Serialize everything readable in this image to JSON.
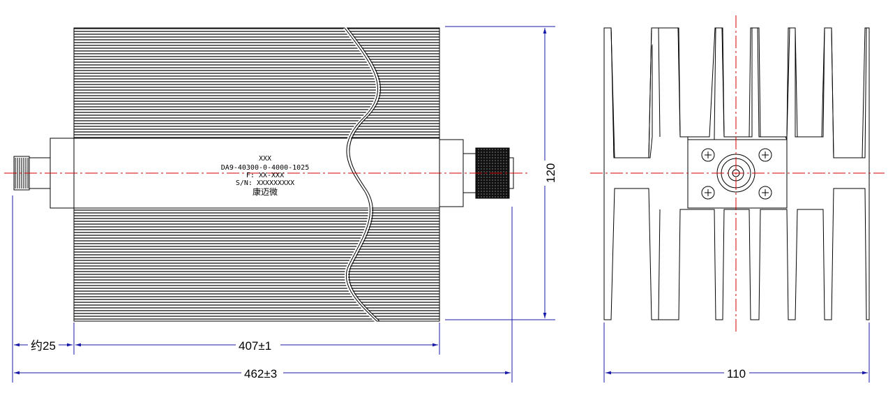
{
  "colors": {
    "outline": "#000000",
    "center_line": "#d00000",
    "dimension": "#1a1aa8",
    "fin_hatch": "#222222",
    "background": "#ffffff"
  },
  "label_plate": {
    "line1": "XXX",
    "line2": "DA9-40300-0-4000-1025",
    "line3": "F: XX-XXX",
    "line4": "S/N: XXXXXXXXX",
    "line5": "康迈微"
  },
  "dimensions": {
    "height": "120",
    "connector_length": "约25",
    "body_length": "407±1",
    "total_length": "462±3",
    "width": "110"
  }
}
